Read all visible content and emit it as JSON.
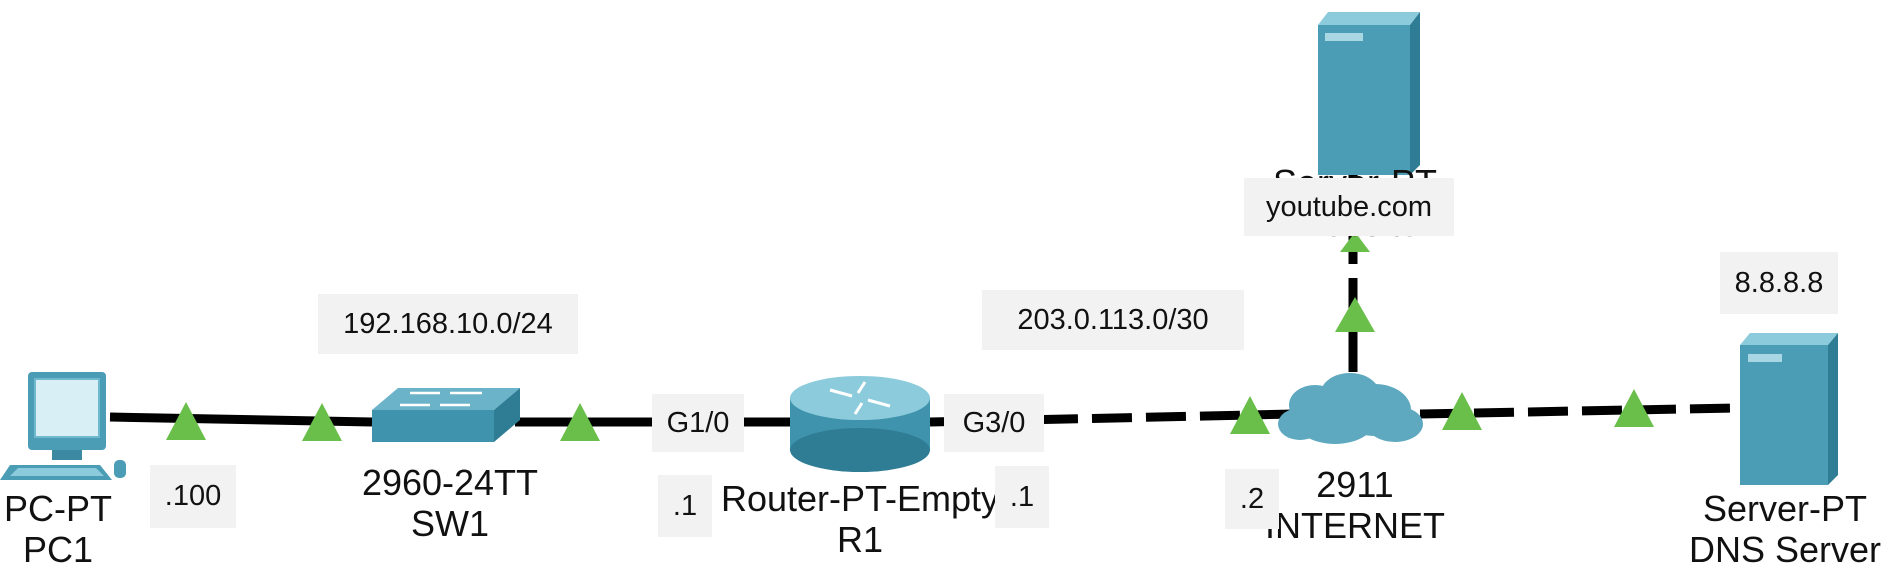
{
  "devices": {
    "pc1": {
      "model": "PC-PT",
      "name": "PC1"
    },
    "sw1": {
      "model": "2960-24TT",
      "name": "SW1"
    },
    "r1": {
      "model": "Router-PT-Empty",
      "name": "R1"
    },
    "internet": {
      "model": "2911",
      "name": "INTERNET"
    },
    "website": {
      "model": "Server-PT",
      "name": "Website"
    },
    "dns": {
      "model": "Server-PT",
      "name": "DNS Server"
    }
  },
  "notes": {
    "lan_net": "192.168.10.0/24",
    "wan_net": "203.0.113.0/30",
    "pc_ip": ".100",
    "r1_g10_ip": ".1",
    "r1_g30_ip": ".1",
    "inet_ip": ".2",
    "website_name": "youtube.com",
    "dns_ip": "8.8.8.8",
    "r1_if_left": "G1/0",
    "r1_if_right": "G3/0"
  },
  "colors": {
    "link": "#000000",
    "link_up": "#6abf4b",
    "device_teal": "#4a9db5",
    "label_bg": "#f2f2f2"
  }
}
